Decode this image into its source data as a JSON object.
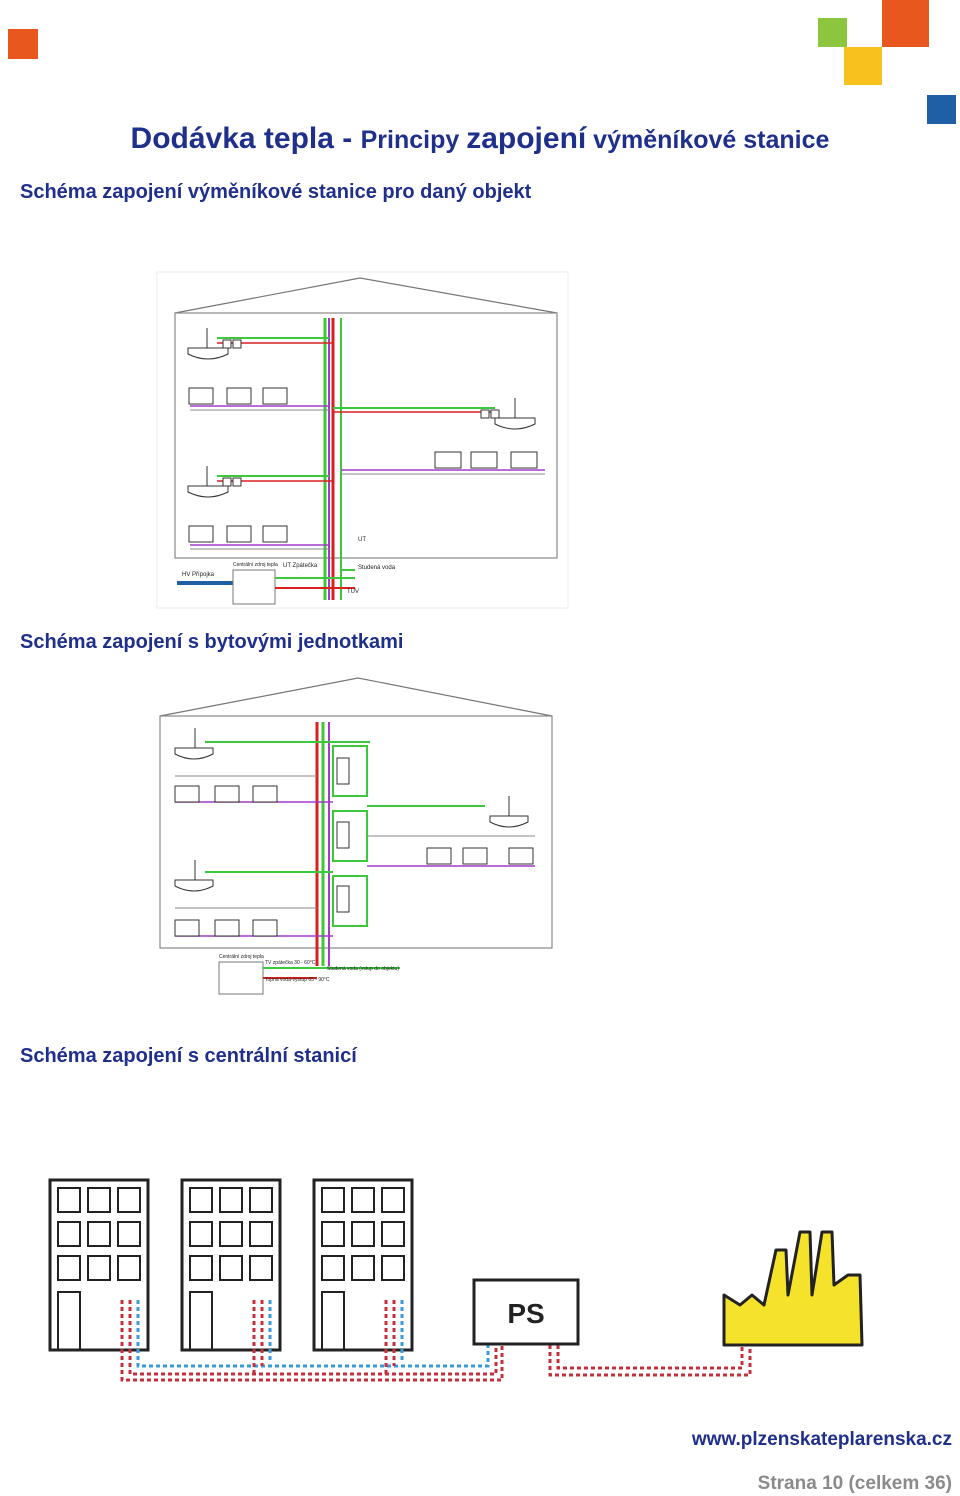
{
  "header": {
    "title_part1": "Dodávka tepla - ",
    "title_part2": "Principy ",
    "title_part3": "zapojení",
    "title_part4": " výměníkové stanice"
  },
  "sections": [
    {
      "heading": "Schéma zapojení výměníkové stanice pro daný objekt"
    },
    {
      "heading": "Schéma zapojení s bytovými jednotkami"
    },
    {
      "heading": "Schéma zapojení s centrální stanicí"
    }
  ],
  "diagram1": {
    "labels": {
      "ut": "UT",
      "ut_return": "UT Zpátečka",
      "cold_water": "Studená voda",
      "tuv": "TUV",
      "hv": "HV Přípojka",
      "source": "Centrální zdroj tepla"
    }
  },
  "diagram2": {
    "labels": {
      "source": "Centrální zdroj tepla",
      "tv_return": "TV zpátečka 30 - 60°C",
      "cold_water": "Studená voda (vstup do objektu)",
      "heating_out": "Topná voda-výstup 65 - 90°C"
    }
  },
  "diagram3": {
    "ps_label": "PS"
  },
  "footer": {
    "url": "www.plzenskateplarenska.cz",
    "page": "Strana 10 (celkem 36)"
  },
  "colors": {
    "title": "#1f2f8c",
    "orange": "#e8571e",
    "green": "#8cc63f",
    "yellow": "#f7c11e",
    "blue": "#1f5fa6",
    "red": "#d9201f",
    "pipe_green": "#3bc83b",
    "pipe_purple": "#a23bc8"
  }
}
